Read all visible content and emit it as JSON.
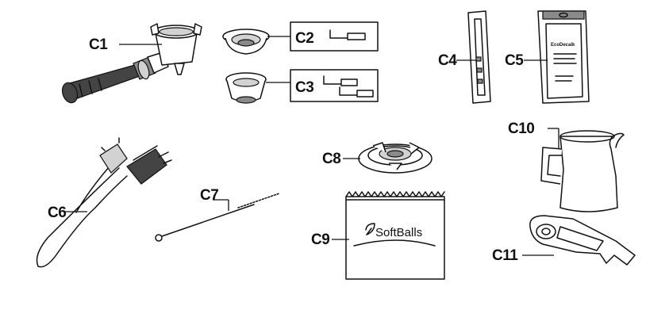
{
  "labels": {
    "c1": "C1",
    "c2": "C2",
    "c3": "C3",
    "c4": "C4",
    "c5": "C5",
    "c6": "C6",
    "c7": "C7",
    "c8": "C8",
    "c9": "C9",
    "c10": "C10",
    "c11": "C11"
  },
  "packaging": {
    "softballs_brand": "SoftBalls",
    "ecodecalk_brand": "EcoDecalk"
  }
}
